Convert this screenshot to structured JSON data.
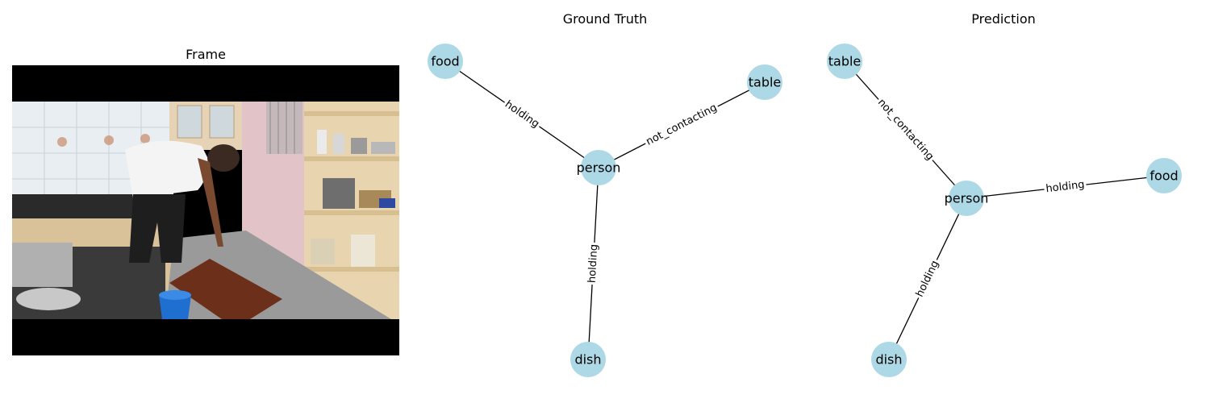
{
  "frame": {
    "title": "Frame"
  },
  "ground_truth": {
    "title": "Ground Truth",
    "nodes": [
      {
        "id": "person",
        "label": "person"
      },
      {
        "id": "food",
        "label": "food"
      },
      {
        "id": "table",
        "label": "table"
      },
      {
        "id": "dish",
        "label": "dish"
      }
    ],
    "edges": [
      {
        "source": "person",
        "target": "food",
        "label": "holding"
      },
      {
        "source": "person",
        "target": "table",
        "label": "not_contacting"
      },
      {
        "source": "person",
        "target": "dish",
        "label": "holding"
      }
    ]
  },
  "prediction": {
    "title": "Prediction",
    "nodes": [
      {
        "id": "person",
        "label": "person"
      },
      {
        "id": "table",
        "label": "table"
      },
      {
        "id": "food",
        "label": "food"
      },
      {
        "id": "dish",
        "label": "dish"
      }
    ],
    "edges": [
      {
        "source": "person",
        "target": "table",
        "label": "not_contacting"
      },
      {
        "source": "person",
        "target": "food",
        "label": "holding"
      },
      {
        "source": "person",
        "target": "dish",
        "label": "holding"
      }
    ]
  },
  "colors": {
    "node_fill": "#add8e6",
    "edge": "#000000",
    "frame_border": "#000000"
  }
}
